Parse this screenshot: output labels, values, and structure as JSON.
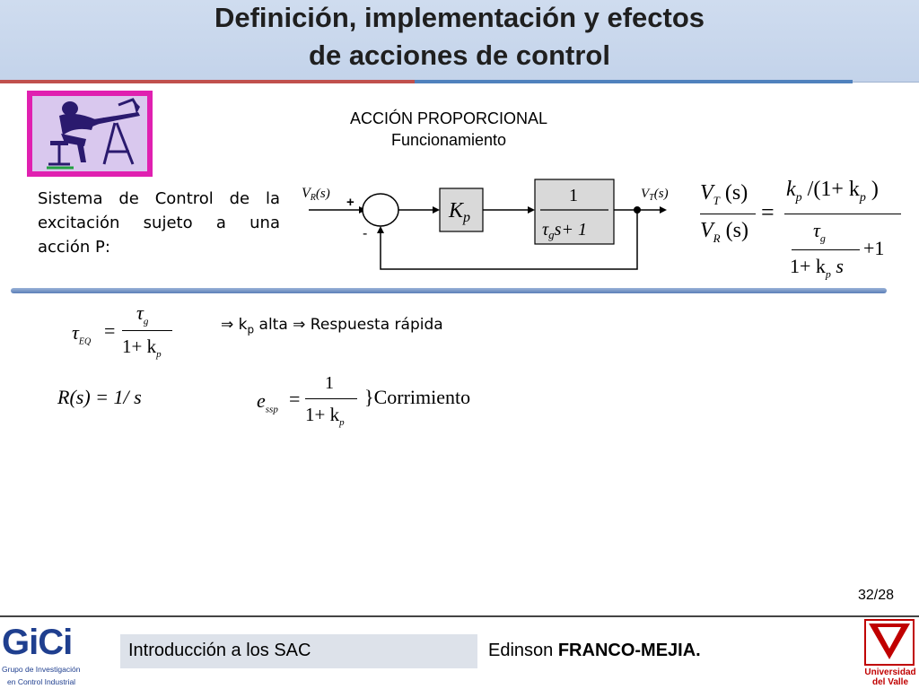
{
  "title": {
    "line1": "Definición, implementación y efectos",
    "line2": "de acciones de control"
  },
  "heading": {
    "line1": "ACCIÓN PROPORCIONAL",
    "line2": "Funcionamiento"
  },
  "description": "Sistema de Control de la excitación sujeto a una acción P:",
  "diagram": {
    "input_label": "V",
    "input_sub": "R",
    "input_arg": "(s)",
    "output_label": "V",
    "output_sub": "T",
    "output_arg": "(s)",
    "plus_sign": "+",
    "minus_sign": "-",
    "gain_block": "K",
    "gain_sub": "p",
    "plant_num": "1",
    "plant_den_tau": "τ",
    "plant_den_sub": "g",
    "plant_den_rest": "s+ 1"
  },
  "tf": {
    "lhs_num": "V",
    "lhs_num_sub": "T",
    "lhs_num_arg": " (s)",
    "lhs_den": "V",
    "lhs_den_sub": "R",
    "lhs_den_arg": " (s)",
    "eq": "=",
    "rhs_num_k": "k",
    "rhs_num_p": "p",
    "rhs_num_rest": " /(1+ k",
    "rhs_num_p2": "p",
    "rhs_num_close": " )",
    "rhs_den_tau": "τ",
    "rhs_den_g": "g",
    "rhs_den_plus1": "+1",
    "rhs_den_bot": "1+ k",
    "rhs_den_bot_p": "p",
    "rhs_den_bot_s": " s"
  },
  "tau_eq": {
    "lhs": "τ",
    "lhs_sub": "EQ",
    "eq": "=",
    "num": "τ",
    "num_sub": "g",
    "den": "1+ k",
    "den_sub": "p"
  },
  "note": {
    "arrow1": "⇒",
    "text1": " k",
    "sub": "p",
    "text2": " alta ",
    "arrow2": "⇒",
    "text3": " Respuesta rápida"
  },
  "step_input": "R(s) = 1/ s",
  "ess": {
    "lhs": "e",
    "lhs_sub": "ssp",
    "eq": "=",
    "num": "1",
    "den": "1+ k",
    "den_sub": "p",
    "brace": "}",
    "label": "Corrimiento"
  },
  "page_number": "32/28",
  "footer": {
    "left": "Introducción a los SAC",
    "right_first": "Edinson ",
    "right_bold": "FRANCO-MEJIA."
  },
  "gici": {
    "word": "GiCi",
    "sub1": "Grupo de Investigación",
    "sub2": "en Control Industrial"
  },
  "univalle": {
    "line1": "Universidad",
    "line2": "del Valle"
  }
}
